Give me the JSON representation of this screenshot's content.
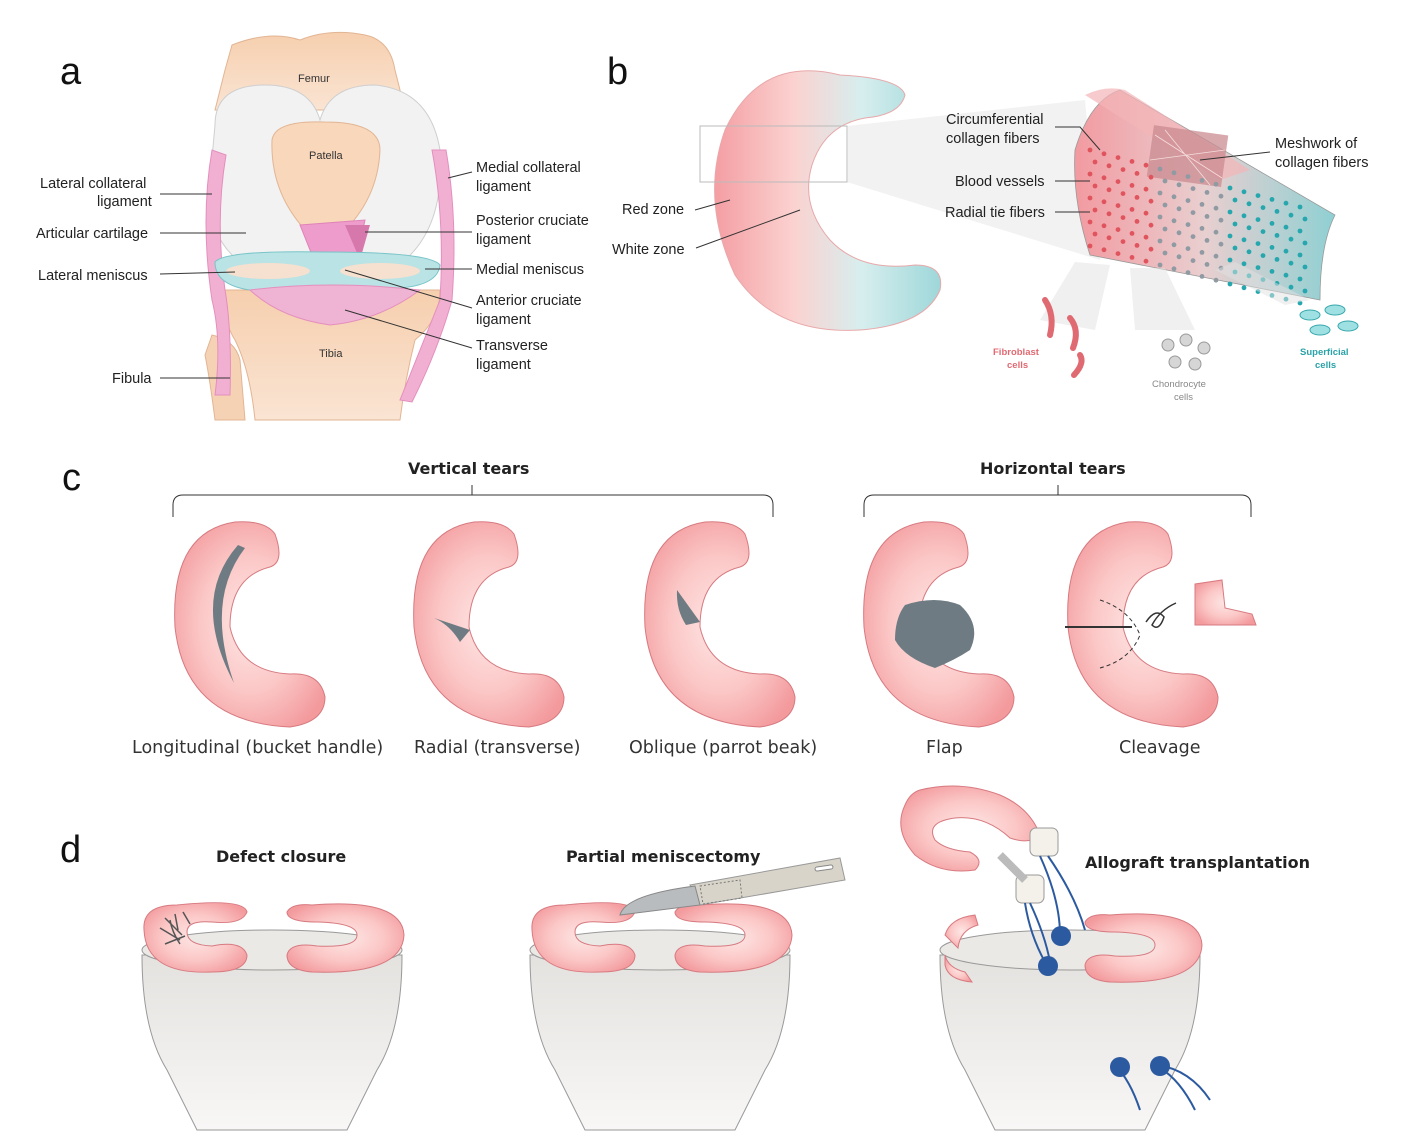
{
  "panels": {
    "a": "a",
    "b": "b",
    "c": "c",
    "d": "d"
  },
  "panel_a": {
    "bones": {
      "femur": "Femur",
      "patella": "Patella",
      "tibia": "Tibia"
    },
    "left_labels": {
      "lateral_collateral_1": "Lateral collateral",
      "lateral_collateral_2": "ligament",
      "articular_cartilage": "Articular cartilage",
      "lateral_meniscus": "Lateral meniscus",
      "fibula": "Fibula"
    },
    "right_labels": {
      "medial_collateral_1": "Medial collateral",
      "medial_collateral_2": "ligament",
      "posterior_cruciate_1": "Posterior cruciate",
      "posterior_cruciate_2": "ligament",
      "medial_meniscus": "Medial meniscus",
      "anterior_cruciate_1": "Anterior cruciate",
      "anterior_cruciate_2": "ligament",
      "transverse_1": "Transverse",
      "transverse_2": "ligament"
    }
  },
  "panel_b": {
    "red_zone": "Red zone",
    "white_zone": "White zone",
    "circumferential_1": "Circumferential",
    "circumferential_2": "collagen fibers",
    "blood_vessels": "Blood vessels",
    "radial_tie": "Radial tie fibers",
    "meshwork_1": "Meshwork of",
    "meshwork_2": "collagen fibers",
    "fibroblast_1": "Fibroblast",
    "fibroblast_2": "cells",
    "chondrocyte_1": "Chondrocyte",
    "chondrocyte_2": "cells",
    "superficial_1": "Superficial",
    "superficial_2": "cells"
  },
  "panel_c": {
    "vertical_title": "Vertical tears",
    "horizontal_title": "Horizontal tears",
    "tears": [
      "Longitudinal (bucket handle)",
      "Radial (transverse)",
      "Oblique (parrot beak)",
      "Flap",
      "Cleavage"
    ]
  },
  "panel_d": {
    "defect_closure": "Defect closure",
    "partial_meniscectomy": "Partial meniscectomy",
    "allograft": "Allograft transplantation"
  },
  "colors": {
    "meniscus_pink": "#f6a9ab",
    "white_zone": "#ffe6e4",
    "cyan": "#a8dcdc",
    "ligament": "#eea8cf",
    "bone": "#f7d3b6",
    "suture": "#2c5aa0"
  }
}
